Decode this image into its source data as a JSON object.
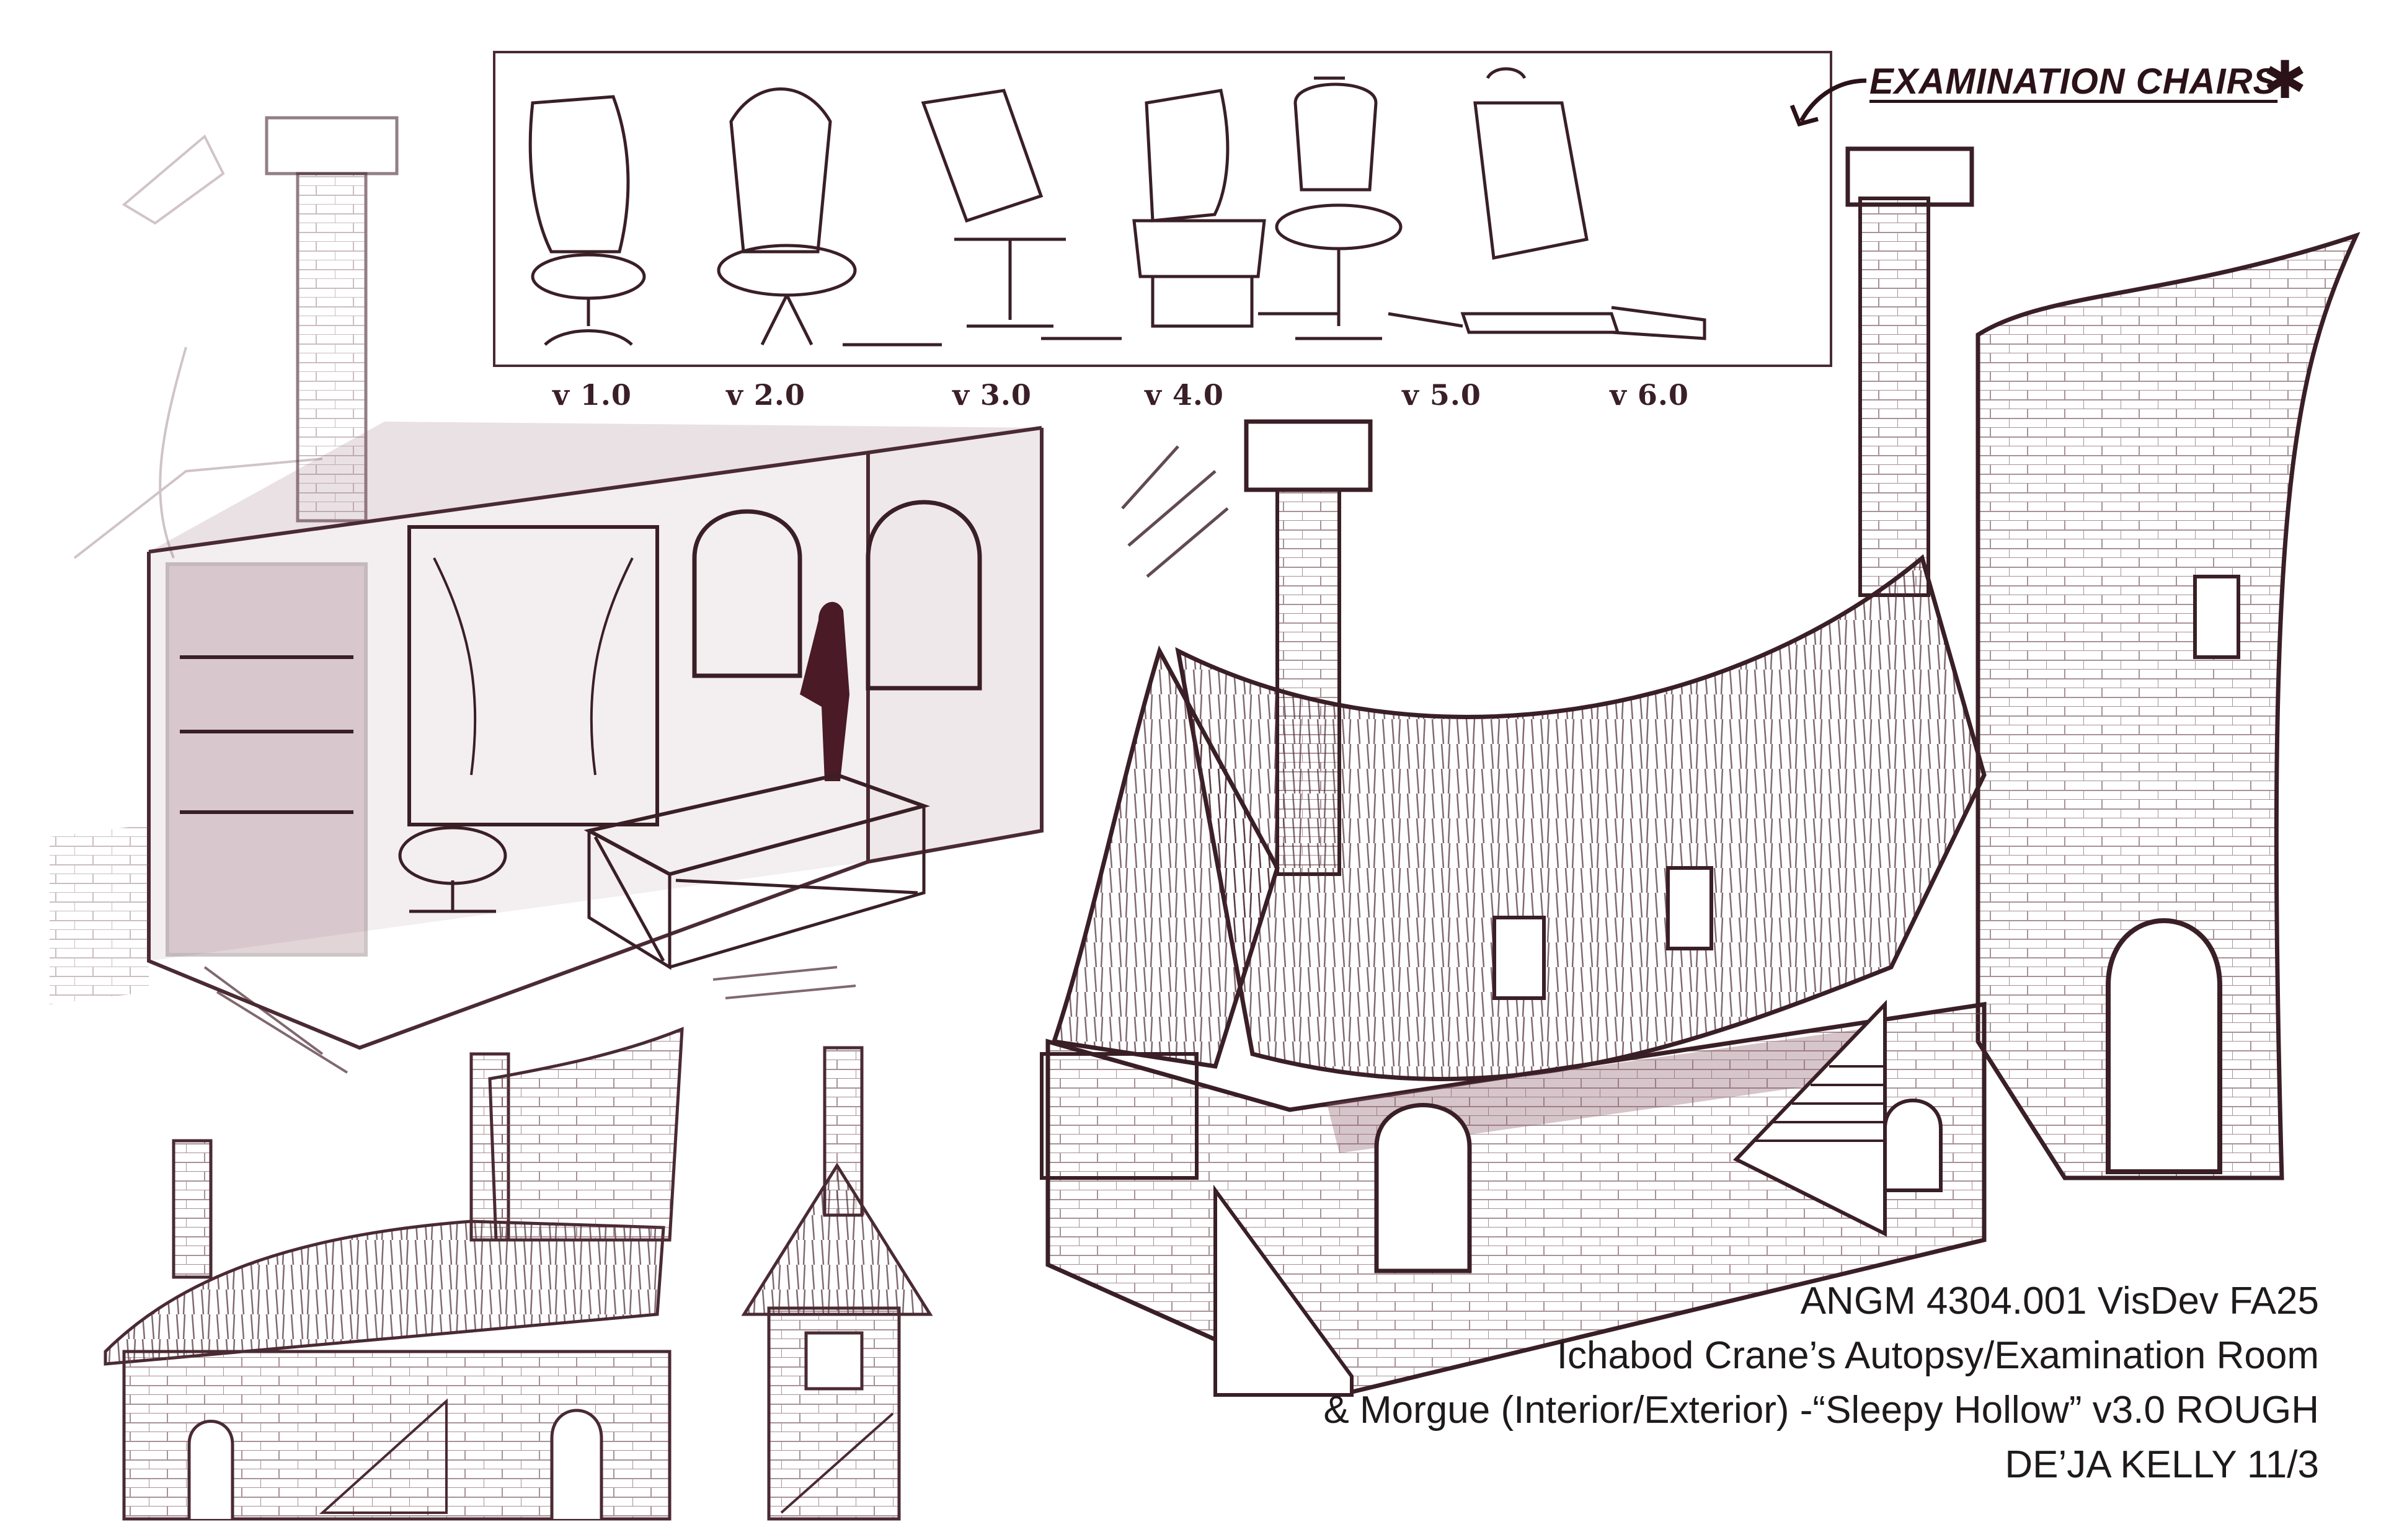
{
  "header": {
    "title": "EXAMINATION CHAIRS",
    "asterisk": "✱"
  },
  "chairs": [
    {
      "label": "v 1.0"
    },
    {
      "label": "v 2.0"
    },
    {
      "label": "v 3.0"
    },
    {
      "label": "v 4.0"
    },
    {
      "label": "v 5.0"
    },
    {
      "label": "v 6.0"
    }
  ],
  "caption": {
    "line1": "ANGM 4304.001 VisDev FA25",
    "line2": "Ichabod Crane’s Autopsy/Examination Room",
    "line3": "& Morgue (Interior/Exterior) -“Sleepy Hollow” v3.0 ROUGH",
    "line4": "DE’JA KELLY 11/3"
  },
  "colors": {
    "ink": "#4a2a33",
    "wash": "#8a5a67",
    "paper": "#ffffff"
  }
}
